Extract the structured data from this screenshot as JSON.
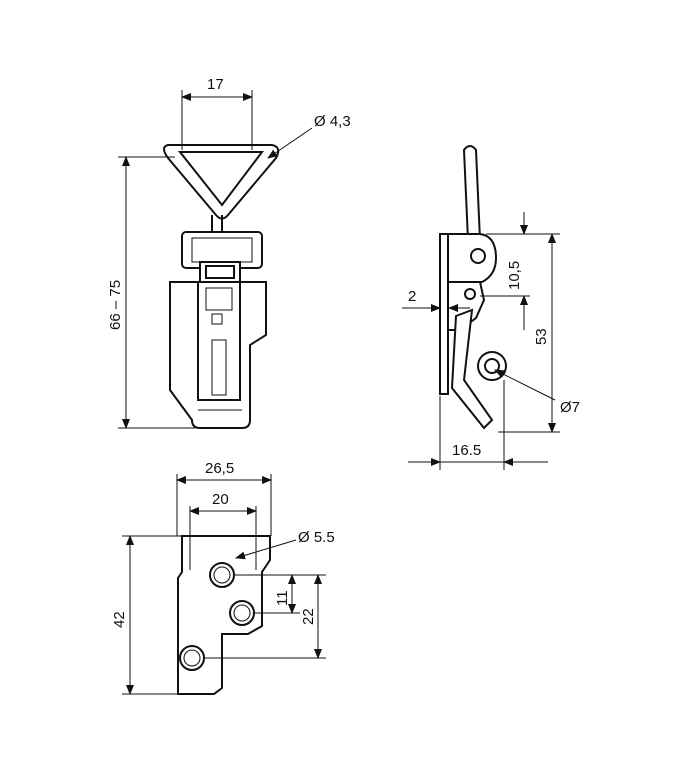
{
  "dimensions": {
    "front_width": "17",
    "wire_diameter": "Ø 4,3",
    "height_range": "66 – 75",
    "side_offset": "2",
    "side_hole_spacing": "10,5",
    "side_height": "53",
    "side_hole_diameter": "Ø7",
    "side_depth": "16.5",
    "plate_width_outer": "26,5",
    "plate_width_inner": "20",
    "plate_hole_diameter": "Ø 5.5",
    "plate_height": "42",
    "plate_hole_spacing_1": "11",
    "plate_hole_spacing_2": "22"
  }
}
